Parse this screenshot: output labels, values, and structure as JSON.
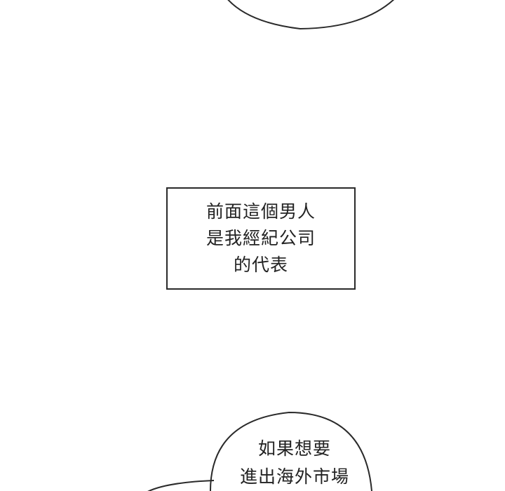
{
  "narration_box": {
    "lines": [
      "前面這個男人",
      "是我經紀公司",
      "的代表"
    ]
  },
  "speech_bubble_bottom": {
    "lines": [
      "如果想要",
      "進出海外市場"
    ]
  }
}
